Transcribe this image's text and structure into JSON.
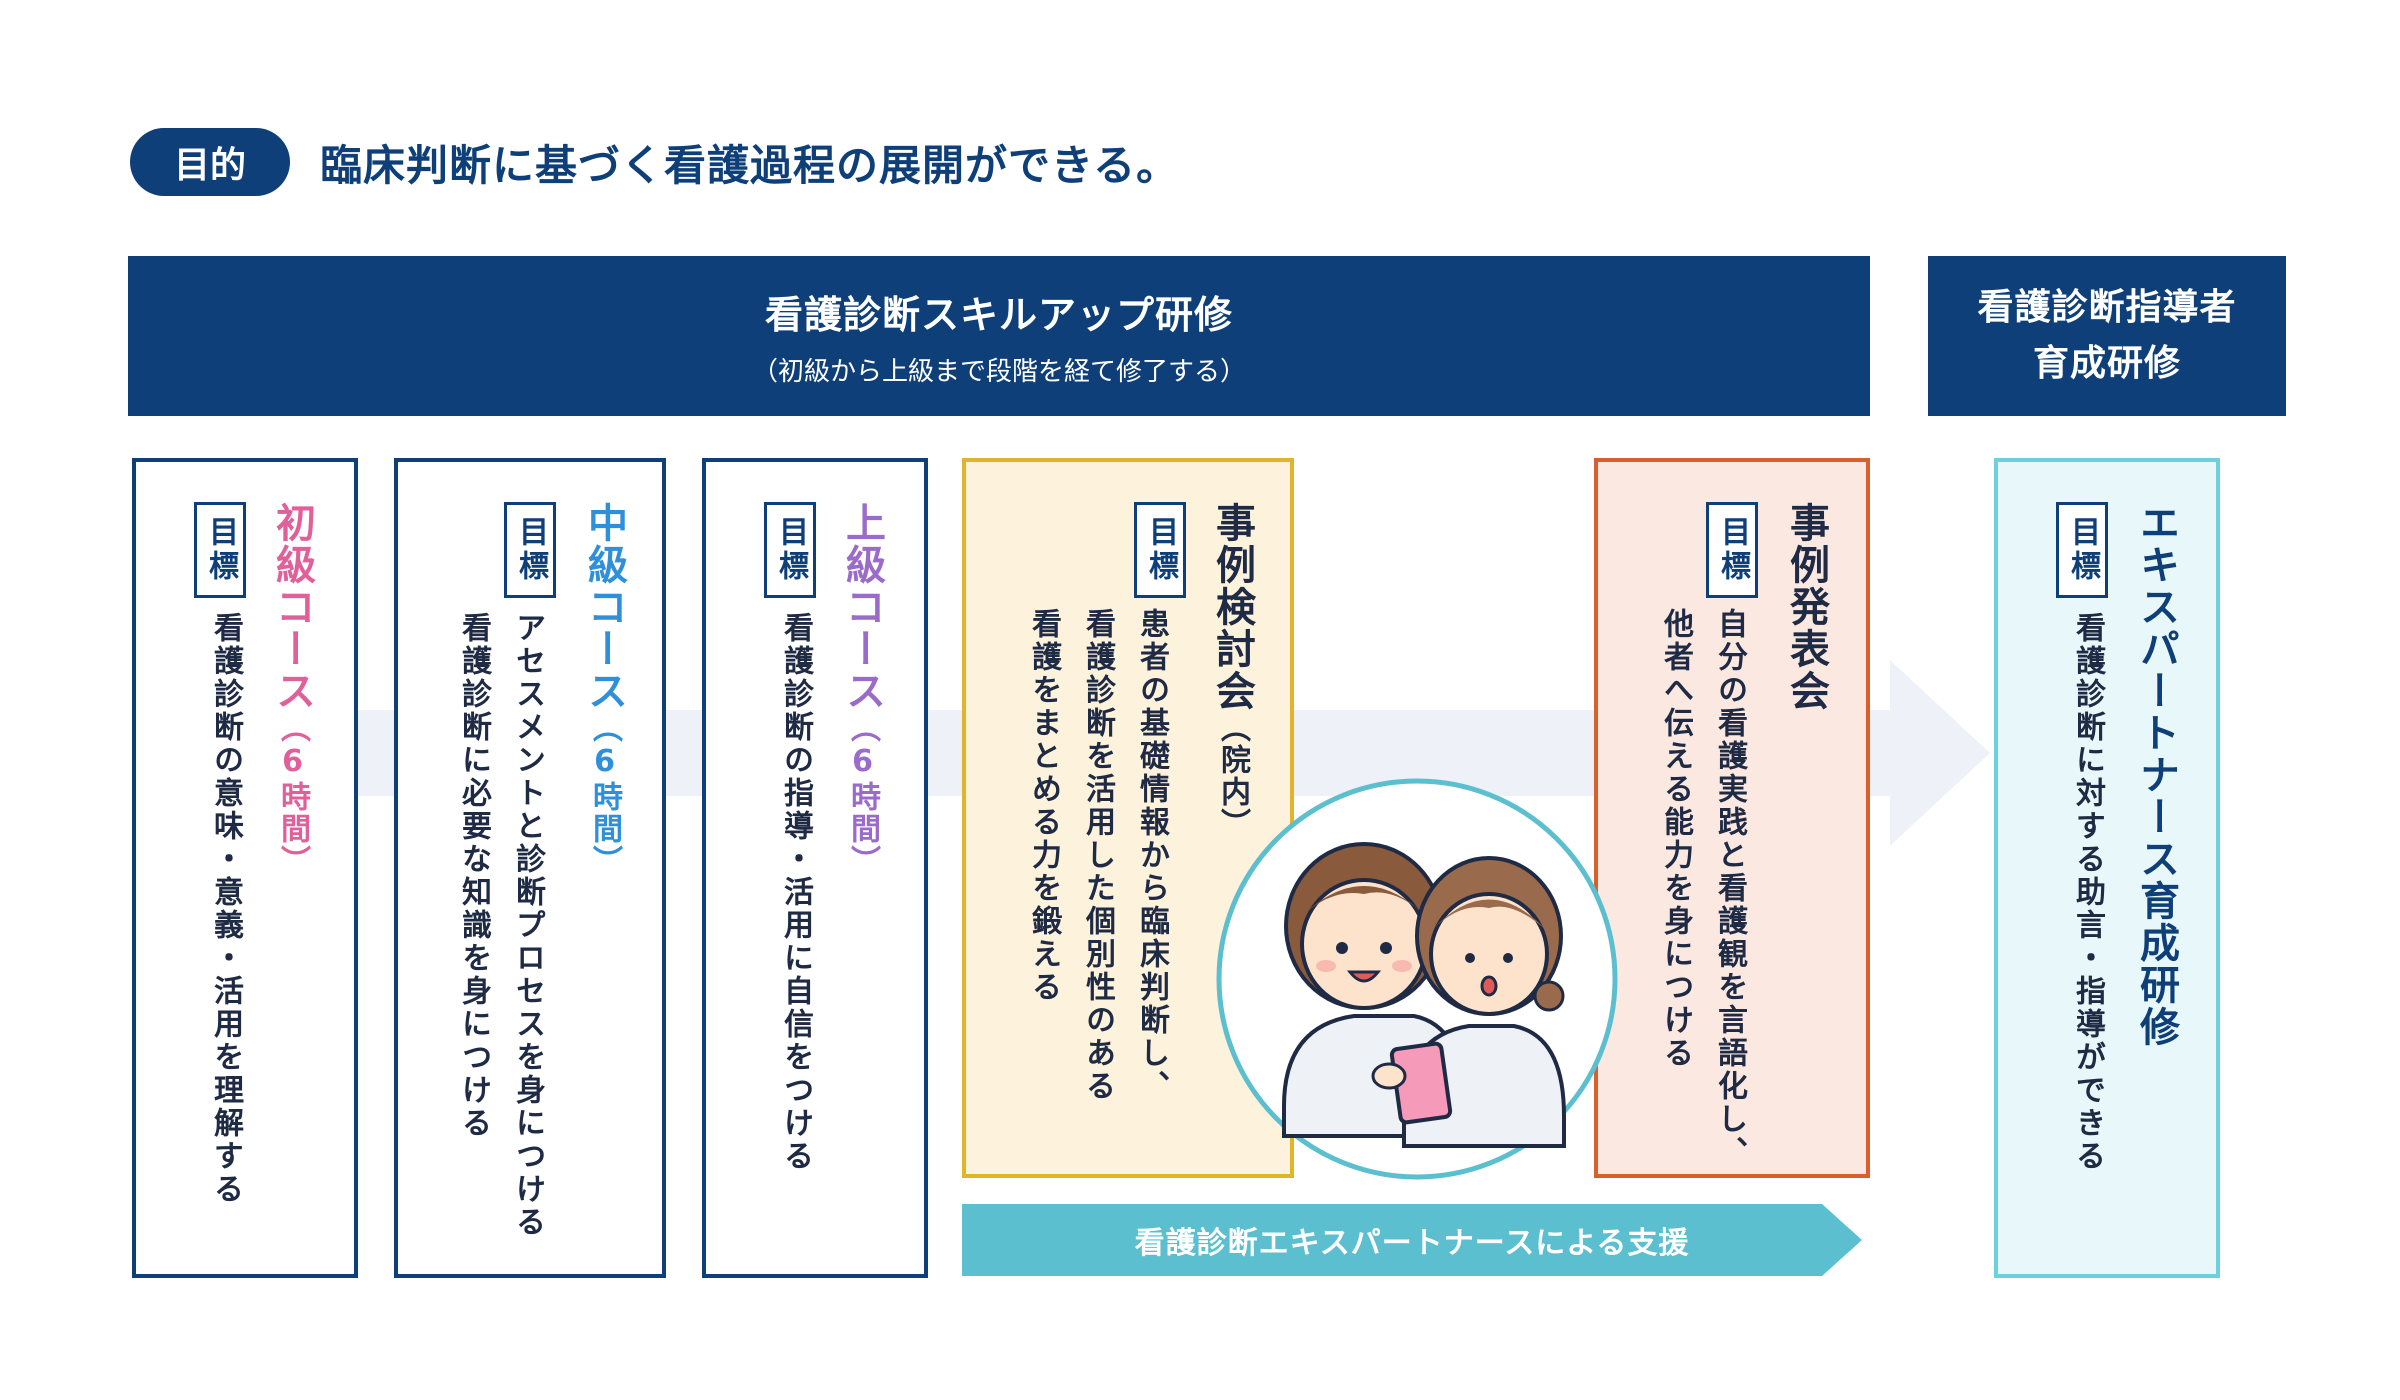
{
  "purpose": {
    "label": "目的",
    "text": "臨床判断に基づく看護過程の展開ができる。"
  },
  "banner_main": {
    "title": "看護診断スキルアップ研修",
    "subtitle": "（初級から上級まで段階を経て修了する）"
  },
  "banner_side": {
    "line1": "看護診断指導者",
    "line2": "育成研修"
  },
  "goal_tag": "目標",
  "courses": [
    {
      "title": "初級コース",
      "hours": "（6時間）",
      "goal": [
        "看護診断の意味・意義・活用を理解する"
      ],
      "color": "#e0609a"
    },
    {
      "title": "中級コース",
      "hours": "（6時間）",
      "goal": [
        "アセスメントと診断プロセスを身につける",
        "看護診断に必要な知識を身につける"
      ],
      "color": "#2f8fd8"
    },
    {
      "title": "上級コース",
      "hours": "（6時間）",
      "goal": [
        "看護診断の指導・活用に自信をつける"
      ],
      "color": "#9b6bc9"
    }
  ],
  "case_study": {
    "title": "事例検討会",
    "note": "（院内）",
    "goal": [
      "患者の基礎情報から臨床判断し、",
      "看護診断を活用した個別性のある",
      "看護をまとめる力を鍛える"
    ]
  },
  "case_presentation": {
    "title": "事例発表会",
    "goal": [
      "自分の看護実践と看護観を言語化し、",
      "他者へ伝える能力を身につける"
    ]
  },
  "expert": {
    "title": "エキスパートナース育成研修",
    "goal": [
      "看護診断に対する助言・指導ができる"
    ]
  },
  "support": {
    "label": "看護診断エキスパートナースによる支援",
    "color": "#5bbfd0"
  },
  "colors": {
    "navy": "#0e3f78",
    "case_border": "#e2b42c",
    "presentation_border": "#d9602b",
    "expert_border": "#6fd0dd"
  }
}
